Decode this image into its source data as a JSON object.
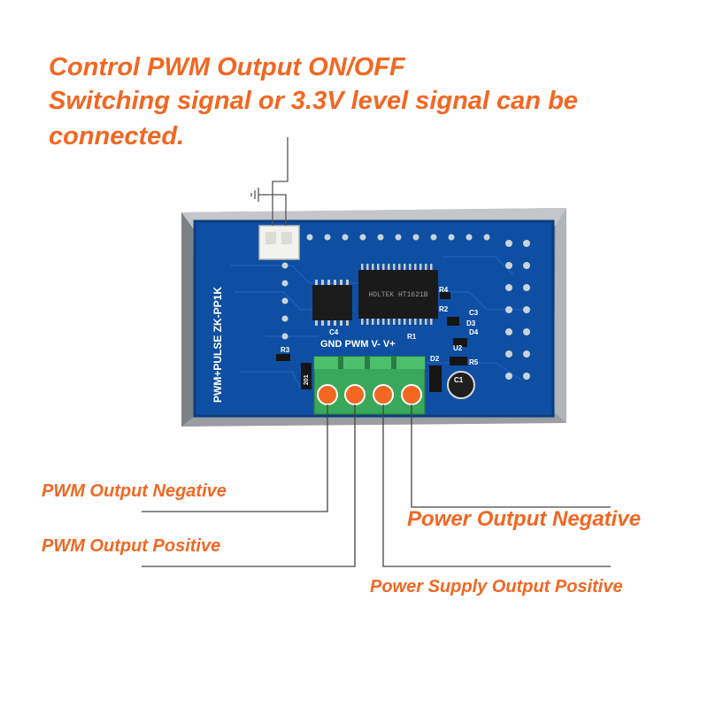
{
  "header": {
    "line1": "Control PWM Output ON/OFF",
    "line2": "Switching signal or 3.3V level signal can be",
    "line3": "connected."
  },
  "board": {
    "model_text": "PWM+PULSE  ZK-PP1K",
    "terminal_labels": "GND PWM  V-  V+",
    "chip_main_text": "HOLTEK HT1621B",
    "component_labels": [
      "R3",
      "R1",
      "R2",
      "R4",
      "C4",
      "D3",
      "D4",
      "C3",
      "U2",
      "D2",
      "R5",
      "C1",
      "201"
    ]
  },
  "labels": {
    "pwm_output_negative": "PWM Output Negative",
    "pwm_output_positive": "PWM Output Positive",
    "power_output_negative": "Power Output Negative",
    "power_supply_output_positive": "Power Supply Output Positive"
  },
  "colors": {
    "accent": "#f26722",
    "pcb": "#0e4fa3",
    "housing": "#8a8d92",
    "terminal": "#3aa85a"
  }
}
